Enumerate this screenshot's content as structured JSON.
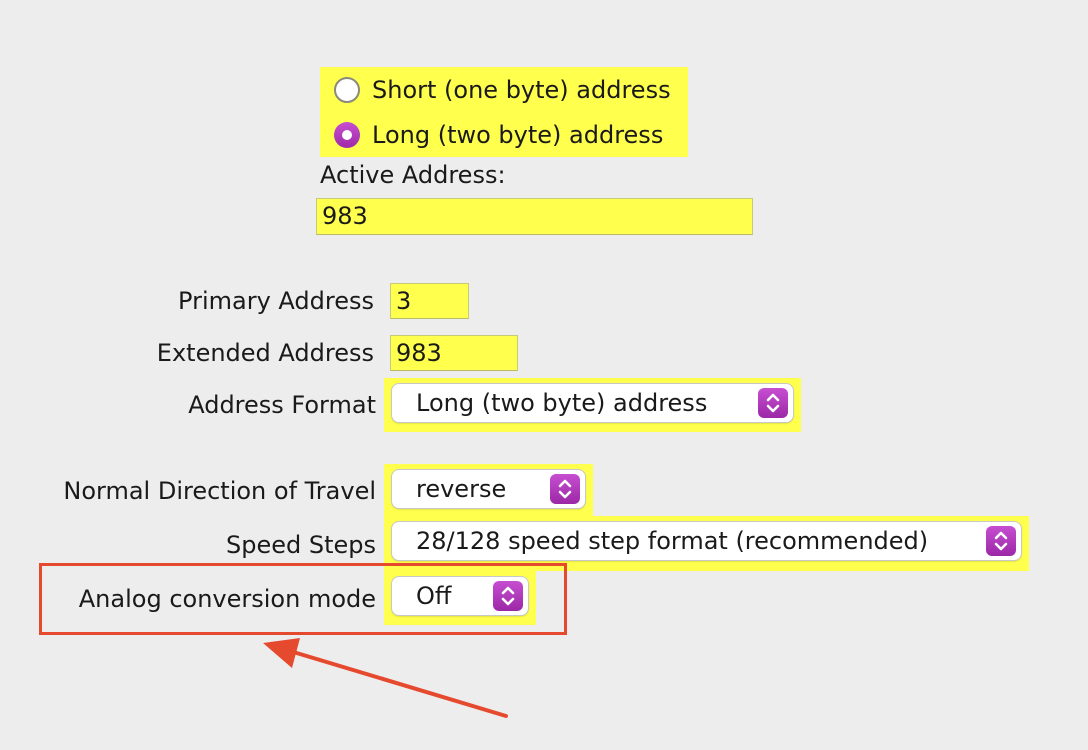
{
  "address_mode": {
    "options": [
      {
        "label": "Short (one byte) address",
        "selected": false
      },
      {
        "label": "Long (two byte) address",
        "selected": true
      }
    ]
  },
  "active_address": {
    "label": "Active Address:",
    "value": "983"
  },
  "fields": {
    "primary_address": {
      "label": "Primary Address",
      "value": "3"
    },
    "extended_address": {
      "label": "Extended Address",
      "value": "983"
    },
    "address_format": {
      "label": "Address Format",
      "value": "Long (two byte) address"
    },
    "direction": {
      "label": "Normal Direction of Travel",
      "value": "reverse"
    },
    "speed_steps": {
      "label": "Speed Steps",
      "value": "28/128 speed step format (recommended)"
    },
    "analog_mode": {
      "label": "Analog conversion mode",
      "value": "Off"
    }
  },
  "colors": {
    "highlight": "#ffff4d",
    "accent": "#b43dbf",
    "annotation": "#e64a2e",
    "background": "#ededed"
  },
  "icons": {
    "radio": "radio-button-icon",
    "combo": "up-down-chevron-icon",
    "arrow": "arrow-icon"
  }
}
